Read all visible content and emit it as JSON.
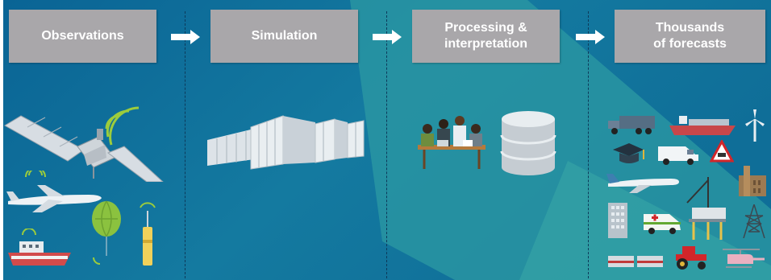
{
  "steps": [
    {
      "label": "Observations"
    },
    {
      "label": "Simulation"
    },
    {
      "label": "Processing &\ninterpretation"
    },
    {
      "label": "Thousands\nof forecasts"
    }
  ],
  "colors": {
    "background_dark": "#0f6b9b",
    "background_light": "#2f9fa2",
    "step_box": "#a9a7aa",
    "step_text": "#ffffff",
    "divider": "#0d3a5a"
  },
  "icons": {
    "observations": [
      "satellite-icon",
      "airplane-icon",
      "ship-icon",
      "weather-balloon-icon",
      "buoy-icon"
    ],
    "simulation": [
      "supercomputer-icon"
    ],
    "processing": [
      "team-meeting-icon",
      "database-icon"
    ],
    "forecasts": [
      "truck-icon",
      "cargo-ship-icon",
      "wind-turbine-icon",
      "graduation-cap-icon",
      "van-icon",
      "road-warning-icon",
      "airliner-icon",
      "parliament-icon",
      "building-icon",
      "ambulance-icon",
      "oil-rig-icon",
      "pylon-icon",
      "train-icon",
      "tractor-icon",
      "helicopter-icon"
    ]
  }
}
